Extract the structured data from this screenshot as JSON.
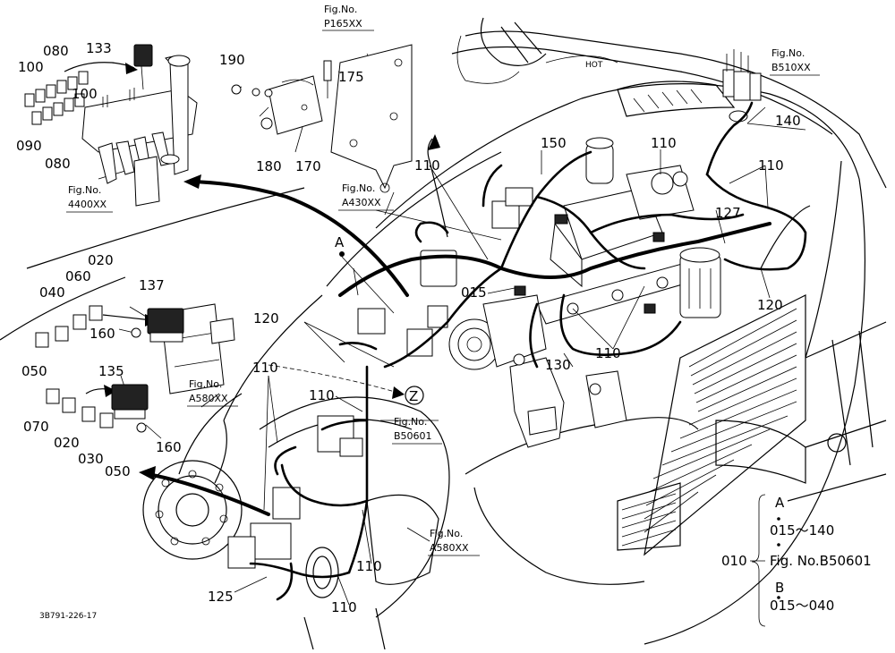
{
  "diagram": {
    "doc_code": "3B791-226-17",
    "fig_refs": {
      "p165": {
        "title": "Fig.No.",
        "code": "P165XX"
      },
      "b510": {
        "title": "Fig.No.",
        "code": "B510XX"
      },
      "a430": {
        "title": "Fig.No.",
        "code": "A430XX"
      },
      "f4400": {
        "title": "Fig.No.",
        "code": "4400XX"
      },
      "a580a": {
        "title": "Fig.No.",
        "code": "A580XX"
      },
      "b50601": {
        "title": "Fig.No.",
        "code": "B50601"
      },
      "a580b": {
        "title": "Fig.No.",
        "code": "A580XX"
      }
    },
    "parts": {
      "p133": "133",
      "p080a": "080",
      "p100a": "100",
      "p100b": "100",
      "p090": "090",
      "p080b": "080",
      "p190": "190",
      "p175": "175",
      "p180": "180",
      "p170": "170",
      "p150": "150",
      "p110a": "110",
      "p110b": "110",
      "p110c": "110",
      "p140": "140",
      "p127": "127",
      "p120a": "120",
      "p120b": "120",
      "p015": "015",
      "p130": "130",
      "p110d": "110",
      "p110e": "110",
      "p110f": "110",
      "p110g": "110",
      "p110h": "110",
      "p125": "125",
      "p020a": "020",
      "p060": "060",
      "p040": "040",
      "p137": "137",
      "p160a": "160",
      "p050a": "050",
      "p135": "135",
      "p070": "070",
      "p020b": "020",
      "p030": "030",
      "p050b": "050",
      "p160b": "160"
    },
    "point_a": "A",
    "point_z": "Z",
    "legend": {
      "root": "010",
      "a_label": "A",
      "a_range": "015～140",
      "fig_ref": "Fig. No.B50601",
      "b_label": "B",
      "b_range": "015～040"
    }
  }
}
